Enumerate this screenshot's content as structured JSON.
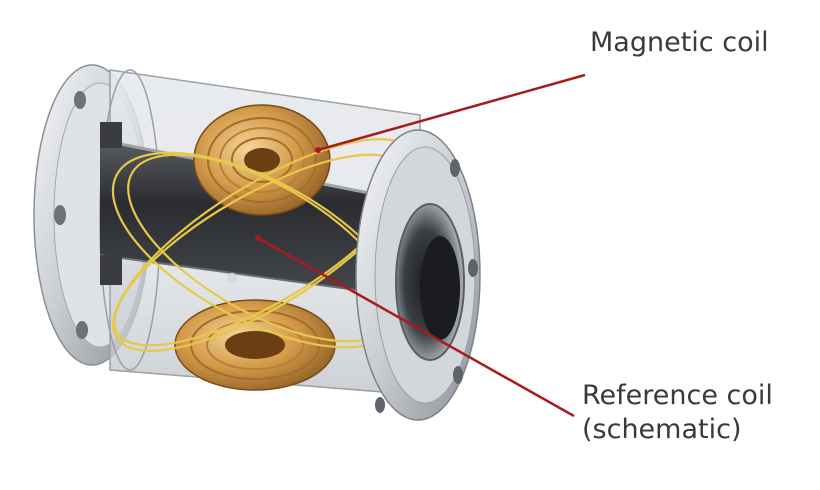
{
  "labels": {
    "magnetic_coil": "Magnetic coil",
    "reference_coil_line1": "Reference coil",
    "reference_coil_line2": "(schematic)"
  },
  "colors": {
    "leader_line": "#a61c1c",
    "copper_coil": "#c98c3a",
    "reference_coil_wire": "#e6c84a",
    "metal": "#b8bcc2",
    "dark_metal": "#2b2d31",
    "label_text": "#3a3a3a"
  }
}
